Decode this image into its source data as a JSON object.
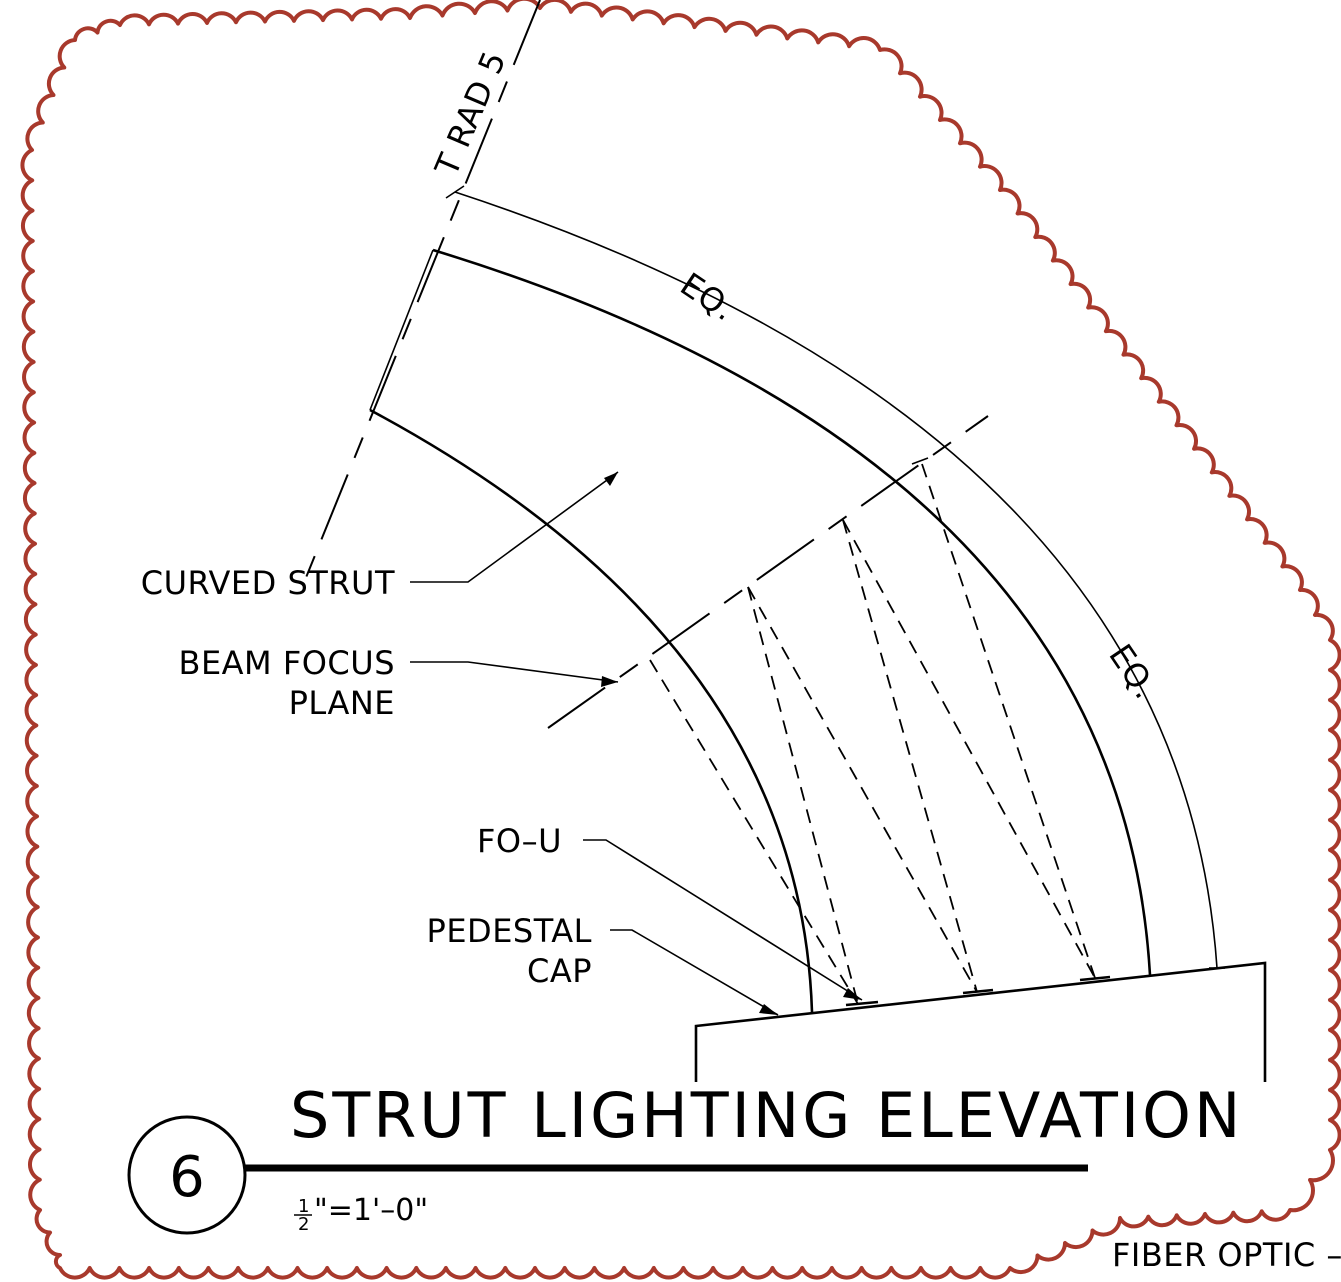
{
  "drawing": {
    "title": "STRUT LIGHTING ELEVATION",
    "detail_number": "6",
    "scale": {
      "numerator": "1",
      "denominator": "2",
      "suffix": "\"=1'–0\""
    },
    "labels": {
      "curved_strut": "CURVED STRUT",
      "beam_focus_line1": "BEAM FOCUS",
      "beam_focus_line2": "PLANE",
      "fo_u": "FO–U",
      "pedestal_cap_line1": "PEDESTAL",
      "pedestal_cap_line2": "CAP",
      "radius": "T RAD 5",
      "eq_upper": "EQ.",
      "eq_right": "EQ.",
      "fiber_optic": "FIBER OPTIC –"
    },
    "colors": {
      "revision_cloud": "#a8392c",
      "linework": "#000000"
    }
  }
}
